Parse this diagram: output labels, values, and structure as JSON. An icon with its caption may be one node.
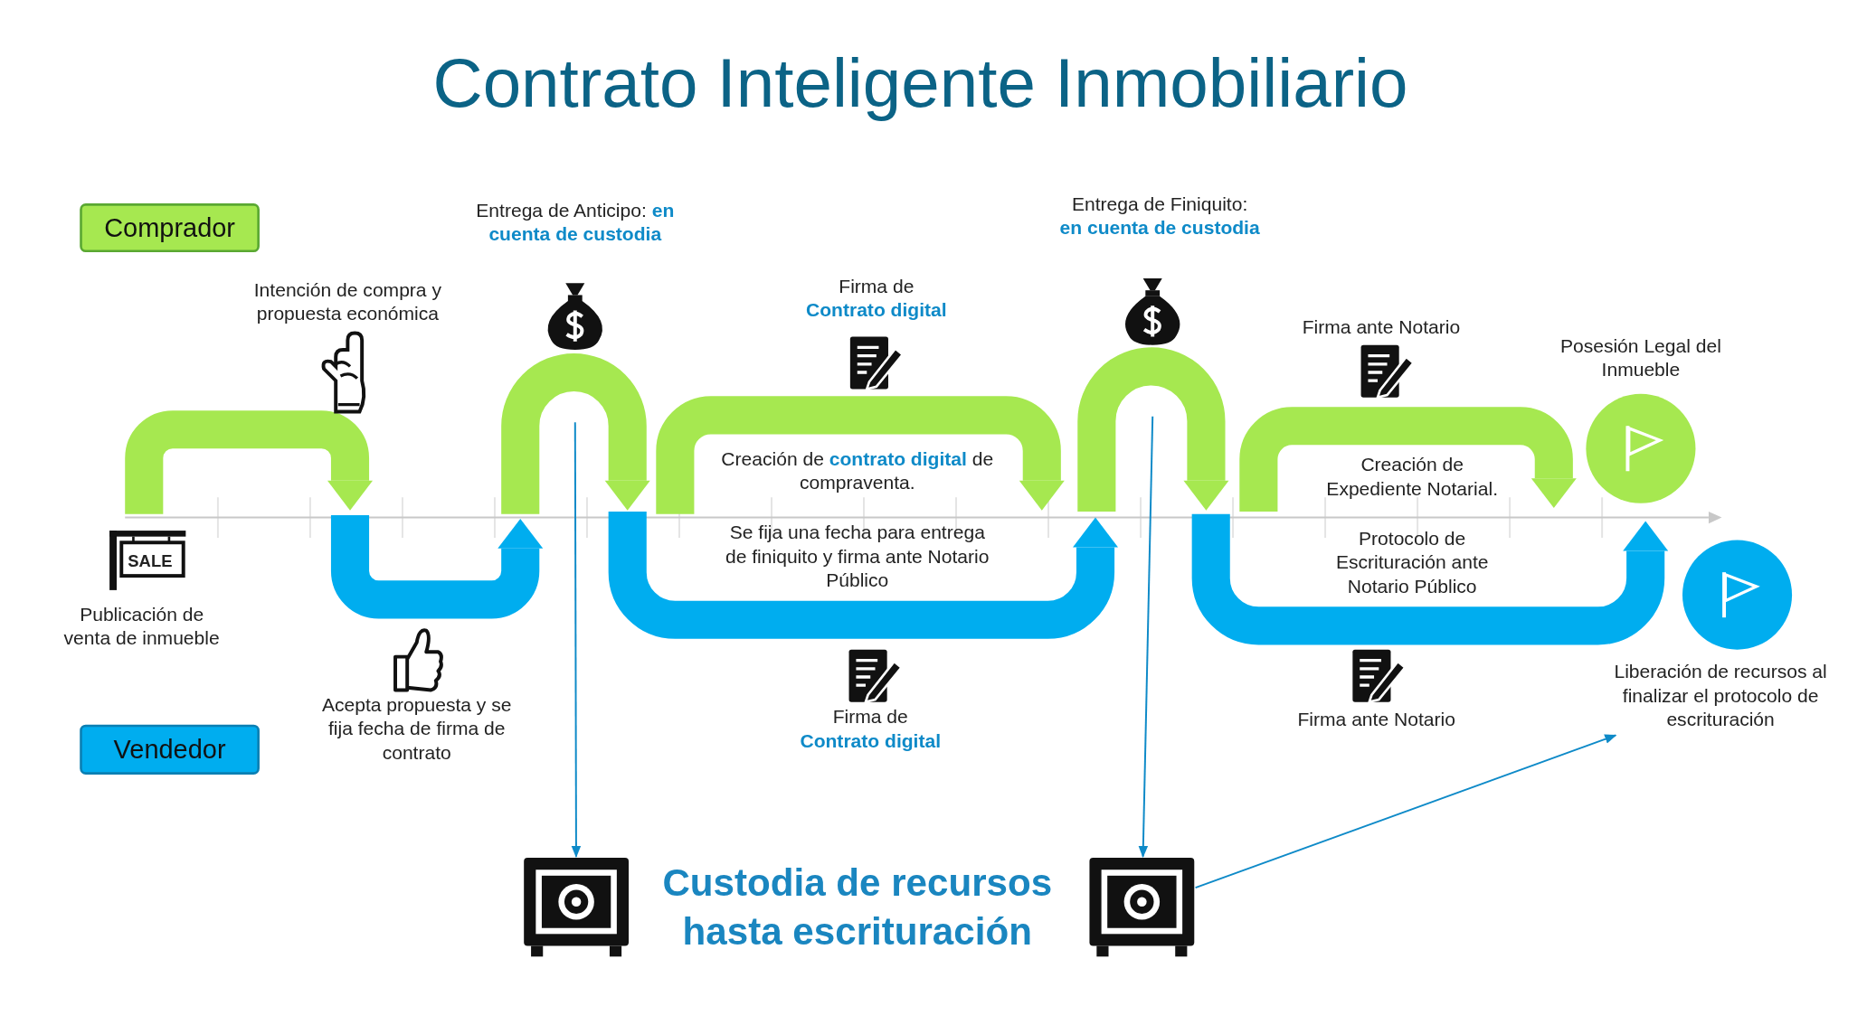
{
  "diagram": {
    "title": "Contrato Inteligente Inmobiliario",
    "nodes": [
      {
        "text": [
          "Comprador"
        ]
      },
      {
        "text": [],
        "shape": "circle",
        "beside": [
          "Posesión Legal del Inmueble"
        ]
      },
      {
        "text": [],
        "shape": "circle"
      },
      {
        "text": [
          "Liberación de recursos al finalizar el protocolo de escrituración"
        ]
      },
      {
        "text": [
          "Vendedor"
        ]
      },
      {
        "text": [],
        "shape": "safe"
      },
      {
        "text": [],
        "shape": "safe"
      }
    ],
    "edges": [
      {
        "from": null,
        "to": 5,
        "arrow": "to"
      },
      {
        "from": null,
        "to": 6,
        "arrow": "to"
      },
      {
        "from": 6,
        "to": 3,
        "arrow": "to"
      }
    ],
    "labels": [
      "Entrega de  Anticipo: **en cuenta de custodia**",
      "Entrega de  Finiquito: **en cuenta de custodia**",
      "Intención de compra y propuesta económica",
      "Firma de **Contrato digital**",
      "Firma ante Notario",
      "Creación de **contrato digital** de compraventa.",
      "Creación de Expediente Notarial.",
      "SALE",
      "Se fija una fecha para entrega de finiquito y firma ante Notario Público",
      "Protocolo de Escrituración ante Notario Público",
      "Publicación de venta de inmueble",
      "Acepta propuesta y se fija fecha de firma de contrato",
      "Firma de **Contrato digital**",
      "Firma ante Notario",
      "Custodia de recursos hasta escrituración"
    ]
  }
}
